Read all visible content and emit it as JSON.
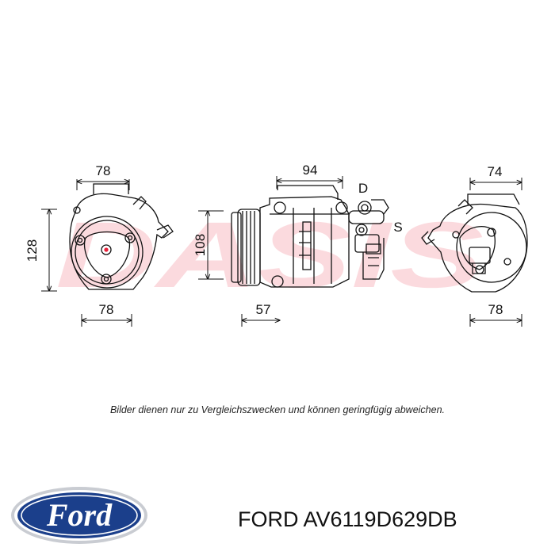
{
  "watermark": {
    "text": "DASIS",
    "color": "#e8213a"
  },
  "views": {
    "left": {
      "top_dim": "78",
      "height_dim": "128",
      "bottom_dim": "78"
    },
    "center": {
      "top_dim": "94",
      "height_dim": "108",
      "bottom_dim": "57",
      "port_discharge": "D",
      "port_suction": "S"
    },
    "right": {
      "top_dim": "74",
      "bottom_dim": "78"
    }
  },
  "disclaimer": "Bilder dienen nur zu Vergleichszwecken und können geringfügig abweichen.",
  "brand": {
    "logo_text": "Ford",
    "logo_color": "#1b3f8b"
  },
  "part": {
    "title": "FORD AV6119D629DB"
  }
}
